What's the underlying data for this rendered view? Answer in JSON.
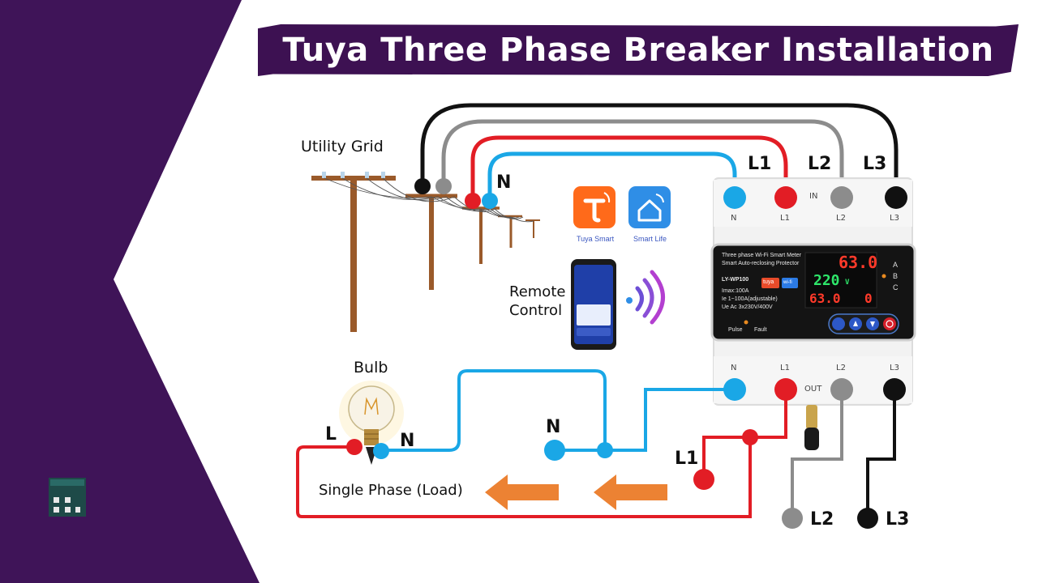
{
  "title": "Tuya Three Phase Breaker Installation",
  "labels": {
    "utility_grid": "Utility Grid",
    "remote_control_line1": "Remote",
    "remote_control_line2": "Control",
    "bulb": "Bulb",
    "single_phase_load": "Single Phase (Load)"
  },
  "apps": {
    "tuya_smart": "Tuya Smart",
    "smart_life": "Smart Life"
  },
  "wire_labels": {
    "top_n": "N",
    "top_l1": "L1",
    "top_l2": "L2",
    "top_l3": "L3",
    "mid_n": "N",
    "mid_l1": "L1",
    "bot_l2": "L2",
    "bot_l3": "L3",
    "bulb_l": "L",
    "bulb_n": "N"
  },
  "terminals": {
    "in_label": "IN",
    "out_label": "OUT",
    "in_n": "N",
    "in_l1": "L1",
    "in_l2": "L2",
    "in_l3": "L3",
    "out_n": "N",
    "out_l1": "L1",
    "out_l2": "L2",
    "out_l3": "L3"
  },
  "device": {
    "line1": "Three phase Wi-Fi Smart Meter",
    "line2": "Smart Auto-reclosing Protector",
    "model": "LY-WP100",
    "spec1": "Imax:100A",
    "spec2": "Ie 1~100A(adjustable)",
    "spec3": "Ue Ac 3x230V/400V",
    "indicator_pulse": "Pulse",
    "indicator_fault": "Fault",
    "phase_a": "A",
    "phase_b": "B",
    "phase_c": "C",
    "display_top": "63.0",
    "display_mid": "220",
    "display_mid_unit": "V",
    "display_bot": "63.0",
    "display_bot_right": "0",
    "brand_badge": "tuya",
    "wifi_badge": "wi-fi"
  },
  "colors": {
    "banner": "#3d1152",
    "sidebar": "#3f1458",
    "neutral_blue": "#1aa7e6",
    "l1_red": "#e21d25",
    "l2_gray": "#8c8c8c",
    "l3_black": "#111111",
    "arrow_orange": "#ec8233",
    "pole_brown": "#9a5a2a"
  }
}
